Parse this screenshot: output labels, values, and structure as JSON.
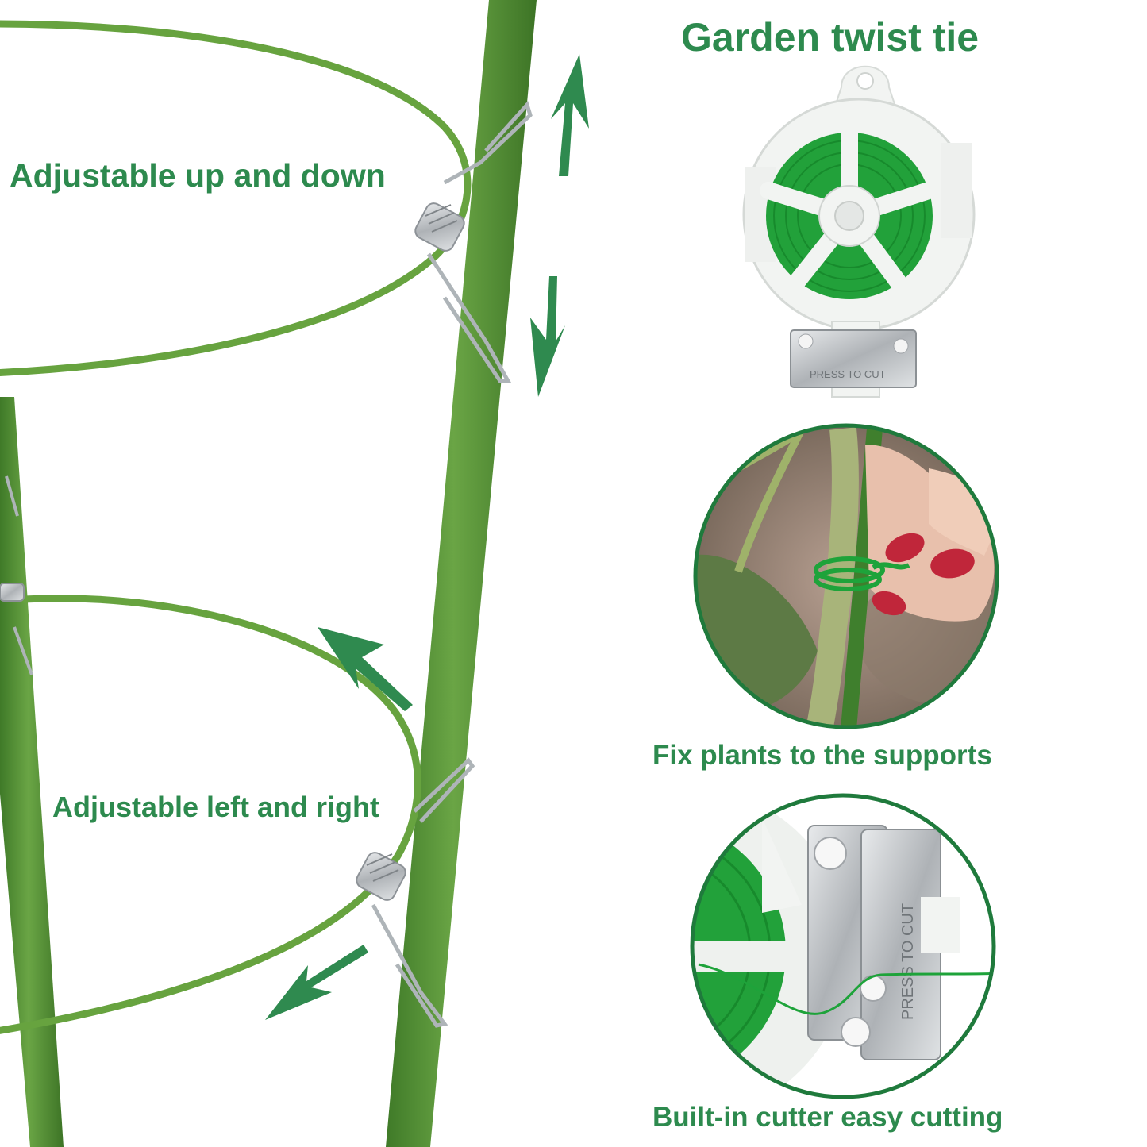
{
  "title": "Garden twist tie",
  "labels": {
    "up_down": "Adjustable up and down",
    "left_right": "Adjustable left and right",
    "fix_plants": "Fix plants to the supports",
    "cutter": "Built-in cutter easy cutting"
  },
  "cutter_text": "PRESS TO CUT",
  "colors": {
    "text_green": "#2d8a4e",
    "arrow_green": "#2f8a4f",
    "stake_green": "#5f9a3a",
    "stake_dark": "#3f7a28",
    "ring_green": "#67a33f",
    "wire_green": "#1ea33a",
    "spool_white": "#f2f4f2",
    "metal": "#c9ccd0"
  },
  "icons": {
    "arrows": [
      "arrow-up-icon",
      "arrow-down-icon",
      "arrow-up-left-icon",
      "arrow-down-left-icon"
    ]
  }
}
